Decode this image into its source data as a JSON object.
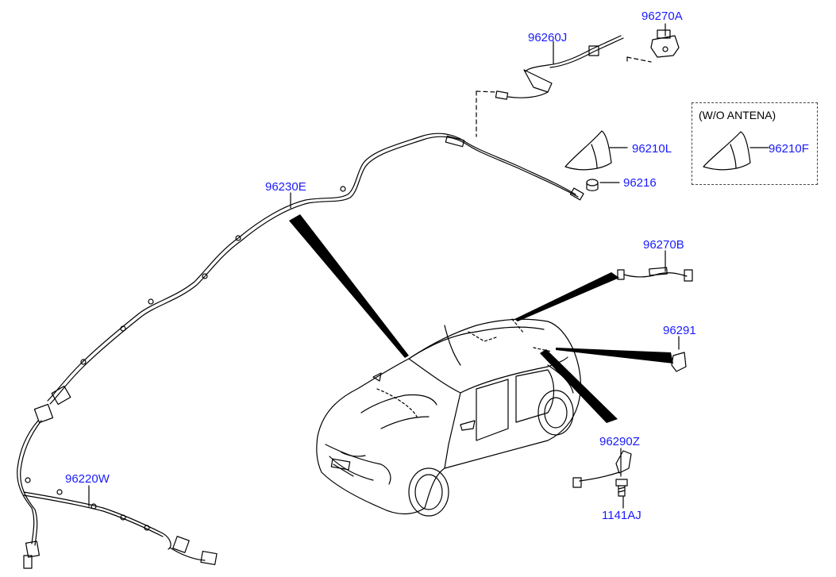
{
  "labels": {
    "p96270A": "96270A",
    "p96260J": "96260J",
    "p96210L": "96210L",
    "p96216": "96216",
    "p96230E": "96230E",
    "p96270B": "96270B",
    "p96291": "96291",
    "p96290Z": "96290Z",
    "p1141AJ": "1141AJ",
    "p96220W": "96220W",
    "p96210F": "96210F"
  },
  "variant_box": {
    "title": "(W/O ANTENA)"
  },
  "colors": {
    "label": "#1a1aff",
    "line": "#000000"
  }
}
